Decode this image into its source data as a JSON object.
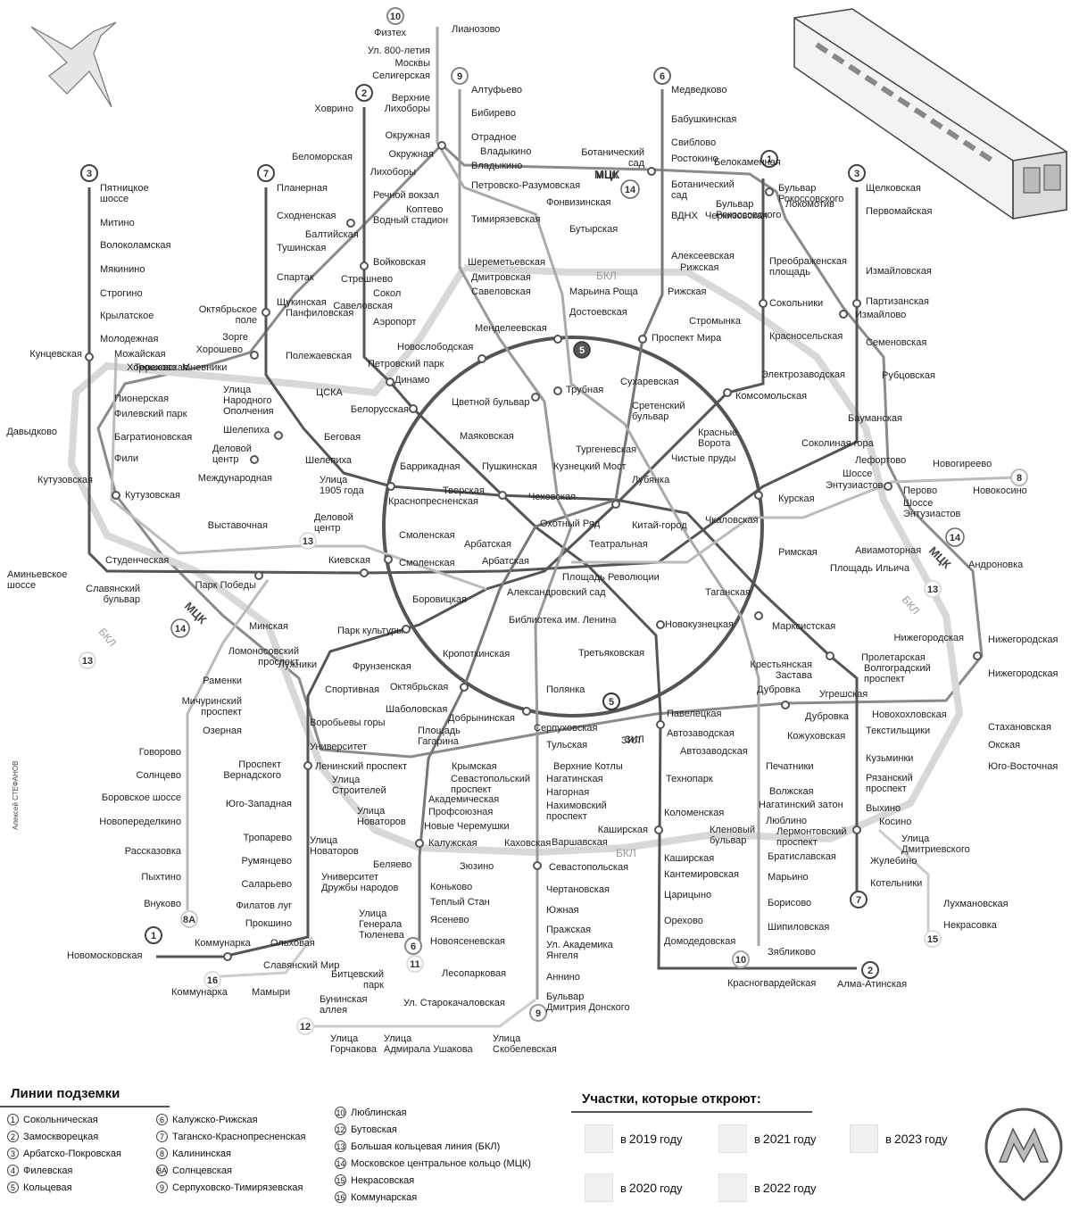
{
  "colors": {
    "line_dark": "#555555",
    "line_mid": "#9a9a9a",
    "line_light": "#d2d2d2",
    "station_fill": "#ffffff",
    "text": "#222222"
  },
  "icons": {
    "bird": "swallow-icon",
    "train": "metro-car-icon",
    "logo": "metro-m-logo-icon"
  },
  "author": "Алексей СТЕФАНОВ",
  "labels": {
    "mck": "МЦК",
    "bkl": "БКЛ",
    "zil": "ЗИЛ"
  },
  "line_numbers": {
    "n1": "1",
    "n2": "2",
    "n3": "3",
    "n5": "5",
    "n6": "6",
    "n7": "7",
    "n8": "8",
    "n8a": "8A",
    "n9": "9",
    "n10": "10",
    "n11": "11",
    "n12": "12",
    "n13": "13",
    "n14": "14",
    "n15": "15",
    "n16": "16"
  },
  "stations": [
    "Физтех",
    "Лианозово",
    "Ул. 800-летия",
    "Москвы",
    "Селигерская",
    "Алтуфьево",
    "Медведково",
    "Верхние",
    "Лихоборы",
    "Бибирево",
    "Бабушкинская",
    "Ховрино",
    "Окружная",
    "Отрадное",
    "Свиблово",
    "Окружная",
    "Владыкино",
    "Ботанический",
    "сад",
    "Ростокино",
    "Белокаменная",
    "Беломорская",
    "Лихоборы",
    "Владыкино",
    "МЦК",
    "Ботанический",
    "сад",
    "Бульвар",
    "Рокоссовского",
    "Пятницкое",
    "шоссе",
    "Планерная",
    "Речной вокзал",
    "Петровско-Разумовская",
    "Бульвар",
    "Рокоссовского",
    "Щелковская",
    "Коптево",
    "Фонвизинская",
    "Локомотив",
    "Водный стадион",
    "Митино",
    "Сходненская",
    "Балтийская",
    "Тимирязевская",
    "Бутырская",
    "ВДНХ",
    "Черкизовская",
    "Первомайская",
    "Волоколамская",
    "Тушинская",
    "Шереметьевская",
    "Алексеевская",
    "Войковская",
    "Дмитровская",
    "Рижская",
    "Преображенская",
    "площадь",
    "Мякинино",
    "Спартак",
    "Стрешнево",
    "Измайловская",
    "Савеловская",
    "Марьина Роща",
    "Строгино",
    "Сокол",
    "Рижская",
    "Щукинская",
    "Савеловская",
    "Сокольники",
    "Партизанская",
    "Октябрьское",
    "поле",
    "Достоевская",
    "Измайлово",
    "Крылатское",
    "Панфиловская",
    "Аэропорт",
    "Стромынка",
    "Зорге",
    "Менделеевская",
    "Проспект Мира",
    "Молодежная",
    "Хорошево",
    "Полежаевская",
    "Красносельская",
    "Семеновская",
    "Новослободская",
    "Кунцевская",
    "Можайская",
    "Хорошевская",
    "Петровский парк",
    "Терехово",
    "Мневники",
    "Электрозаводская",
    "Рубцовская",
    "Динамо",
    "Трубная",
    "Пионерская",
    "Улица",
    "Народного",
    "Ополчения",
    "Сухаревская",
    "ЦСКА",
    "Комсомольская",
    "Филевский парк",
    "Цветной бульвар",
    "Белорусская",
    "Сретенский",
    "бульвар",
    "Бауманская",
    "Давыдково",
    "Красные",
    "Ворота",
    "Багратионовская",
    "Шелепиха",
    "Маяковская",
    "Деловой",
    "центр",
    "Беговая",
    "Соколиная гора",
    "Тургеневская",
    "Фили",
    "Шелепиха",
    "Чистые пруды",
    "Лефортово",
    "Новогиреево",
    "Кутузовская",
    "Баррикадная",
    "Пушкинская",
    "Кузнецкий Мост",
    "Шоссе",
    "Энтузиастов",
    "Международная",
    "Улица",
    "1905 года",
    "Перово",
    "Новокосино",
    "Тверская",
    "Лубянка",
    "Кутузовская",
    "Курская",
    "Шоссе",
    "Энтузиастов",
    "Краснопресненская",
    "Чеховская",
    "Китай-город",
    "Чкаловская",
    "Выставочная",
    "Деловой",
    "центр",
    "Охотный Ряд",
    "Андроновка",
    "Смоленская",
    "Авиамоторная",
    "Театральная",
    "Арбатская",
    "Римская",
    "Студенческая",
    "Киевская",
    "Смоленская",
    "Арбатская",
    "Площадь Ильича",
    "Аминьевское",
    "шоссе",
    "Площадь Революции",
    "Парк Победы",
    "Славянский",
    "бульвар",
    "Александровский сад",
    "Таганская",
    "Боровицкая",
    "Библиотека им. Ленина",
    "Марксистская",
    "Минская",
    "Новокузнецкая",
    "Нижегородская",
    "Парк культуры",
    "Нижегородская",
    "Ломоносовский",
    "проспект",
    "Пролетарская",
    "Кропоткинская",
    "Третьяковская",
    "Крестьянская",
    "Застава",
    "Фрунзенская",
    "Волгоградский",
    "проспект",
    "Лужники",
    "Нижегородская",
    "Раменки",
    "Спортивная",
    "Октябрьская",
    "Полянка",
    "Дубровка",
    "Угрешская",
    "Мичуринский",
    "проспект",
    "Шаболовская",
    "Павелецкая",
    "Дубровка",
    "Новохохловская",
    "Воробьевы горы",
    "Добрынинская",
    "Серпуховская",
    "Автозаводская",
    "Озерная",
    "Стахановская",
    "Кожуховская",
    "Текстильщики",
    "Площадь",
    "Гагарина",
    "Университет",
    "Тульская",
    "ЗИЛ",
    "Автозаводская",
    "Окская",
    "Говорово",
    "Проспект",
    "Вернадского",
    "Ленинский проспект",
    "Крымская",
    "Кузьминки",
    "Юго-Восточная",
    "Верхние Котлы",
    "Печатники",
    "Солнцево",
    "Севастопольский",
    "проспект",
    "Нагатинская",
    "Технопарк",
    "Улица",
    "Строителей",
    "Волжская",
    "Рязанский",
    "проспект",
    "Нагорная",
    "Академическая",
    "Боровское шоссе",
    "Нагатинский затон",
    "Юго-Западная",
    "Нахимовский",
    "проспект",
    "Профсоюзная",
    "Люблино",
    "Улица",
    "Новаторов",
    "Выхино",
    "Коломенская",
    "Новопеределкино",
    "Лермонтовский",
    "проспект",
    "Косино",
    "Новые Черемушки",
    "Кленовый",
    "бульвар",
    "Улица",
    "Дмитриевского",
    "Тропарево",
    "Каширская",
    "Калужская",
    "Каховская",
    "Варшавская",
    "Улица",
    "Новаторов",
    "Рассказовка",
    "Братиславская",
    "Жулебино",
    "Румянцево",
    "Беляево",
    "Зюзино",
    "Севастопольская",
    "Каширская",
    "Пыхтино",
    "Университет",
    "Дружбы народов",
    "Кантемировская",
    "Марьино",
    "Саларьево",
    "Коньково",
    "Чертановская",
    "Котельники",
    "Внуково",
    "Теплый Стан",
    "Южная",
    "Царицыно",
    "Борисово",
    "Лухмановская",
    "Филатов луг",
    "Улица",
    "Генерала",
    "Тюленева",
    "Ясенево",
    "Пражская",
    "Орехово",
    "Некрасовка",
    "Прокшино",
    "Шипиловская",
    "Ул. Академика",
    "Янгеля",
    "Новоясеневская",
    "Коммунарка",
    "Ольховая",
    "Домодедовская",
    "Зябликово",
    "Новомосковская",
    "Лесопарковая",
    "Аннино",
    "Битцевский",
    "парк",
    "Славянский Мир",
    "Коммунарка",
    "Мамыри",
    "Бульвар",
    "Дмитрия Донского",
    "Красногвардейская",
    "Алма-Атинская",
    "Бунинская",
    "аллея",
    "Ул. Старокачаловская",
    "Улица",
    "Горчакова",
    "Улица",
    "Адмирала Ушакова",
    "Улица",
    "Скобелевская",
    "Крылатское"
  ],
  "legend": {
    "underground_title": "Линии подземки",
    "lines": [
      {
        "num": "1",
        "name": "Сокольническая"
      },
      {
        "num": "2",
        "name": "Замоскворецкая"
      },
      {
        "num": "3",
        "name": "Арбатско-Покровская"
      },
      {
        "num": "4",
        "name": "Филевская"
      },
      {
        "num": "5",
        "name": "Кольцевая"
      },
      {
        "num": "6",
        "name": "Калужско-Рижская"
      },
      {
        "num": "7",
        "name": "Таганско-Краснопресненская"
      },
      {
        "num": "8",
        "name": "Калининская"
      },
      {
        "num": "8А",
        "name": "Солнцевская"
      },
      {
        "num": "9",
        "name": "Серпуховско-Тимирязевская"
      },
      {
        "num": "10",
        "name": "Люблинская"
      },
      {
        "num": "12",
        "name": "Бутовская"
      },
      {
        "num": "13",
        "name": "Большая кольцевая линия (БКЛ)"
      },
      {
        "num": "14",
        "name": "Московское центральное кольцо (МЦК)"
      },
      {
        "num": "15",
        "name": "Некрасовская"
      },
      {
        "num": "16",
        "name": "Коммунарская"
      }
    ],
    "openings_title": "Участки, которые откроют:",
    "openings": [
      {
        "prefix": "в",
        "year": "2019",
        "suffix": "году"
      },
      {
        "prefix": "в",
        "year": "2021",
        "suffix": "году"
      },
      {
        "prefix": "в",
        "year": "2023",
        "suffix": "году"
      },
      {
        "prefix": "в",
        "year": "2020",
        "suffix": "году"
      },
      {
        "prefix": "в",
        "year": "2022",
        "suffix": "году"
      }
    ]
  }
}
